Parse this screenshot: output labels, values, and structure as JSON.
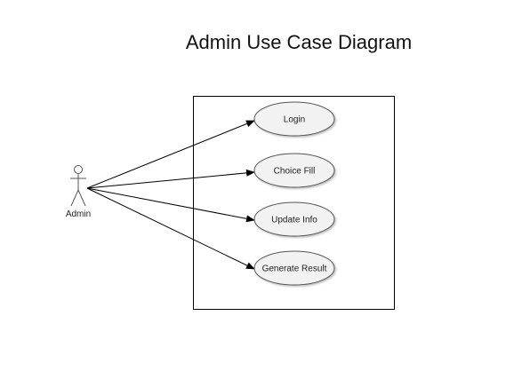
{
  "title": "Admin Use Case Diagram",
  "actor": {
    "name": "Admin"
  },
  "use_cases": [
    {
      "label": "Login"
    },
    {
      "label": "Choice Fill"
    },
    {
      "label": "Update Info"
    },
    {
      "label": "Generate Result"
    }
  ],
  "colors": {
    "line": "#000000",
    "ellipse_fill": "#f2f2f2",
    "ellipse_stroke": "#555555",
    "text": "#222222"
  }
}
